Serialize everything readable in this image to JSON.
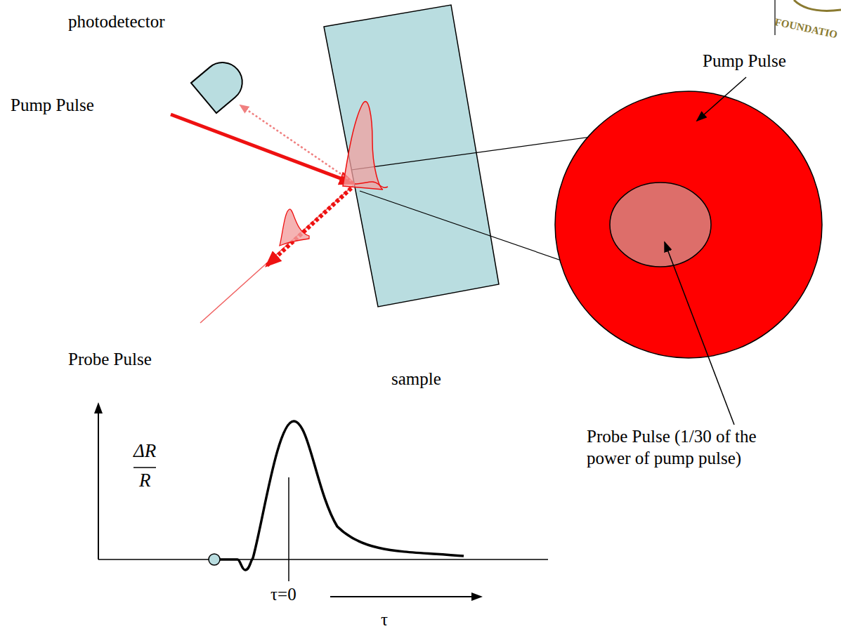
{
  "diagram": {
    "labels": [
      "photodetector",
      "Pump Pulse",
      "Probe Pulse",
      "sample",
      "Pump Pulse",
      "Probe Pulse (1/30 of the power of pump pulse)",
      "ΔR",
      "R",
      "τ=0",
      "τ",
      "FOUNDATIO"
    ]
  }
}
